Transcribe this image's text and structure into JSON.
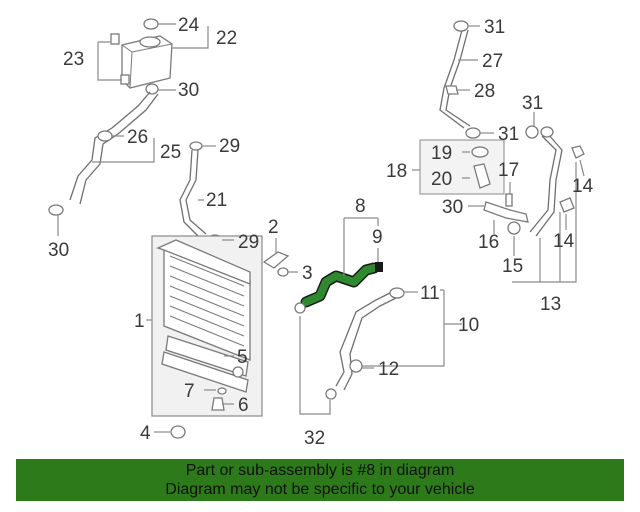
{
  "callouts": {
    "c1": "1",
    "c2": "2",
    "c3": "3",
    "c4": "4",
    "c5": "5",
    "c6": "6",
    "c7": "7",
    "c8": "8",
    "c9": "9",
    "c10": "10",
    "c11": "11",
    "c12": "12",
    "c13": "13",
    "c14a": "14",
    "c14b": "14",
    "c15": "15",
    "c16": "16",
    "c17": "17",
    "c18": "18",
    "c19": "19",
    "c20": "20",
    "c21": "21",
    "c22": "22",
    "c23": "23",
    "c24": "24",
    "c25": "25",
    "c26": "26",
    "c27": "27",
    "c28": "28",
    "c29a": "29",
    "c29b": "29",
    "c30a": "30",
    "c30b": "30",
    "c30c": "30",
    "c31a": "31",
    "c31b": "31",
    "c31c": "31",
    "c32": "32"
  },
  "banner": {
    "line1": "Part or sub-assembly is #8 in diagram",
    "line2": "Diagram may not be specific to your vehicle"
  },
  "colors": {
    "highlight": "#2f8a2f",
    "banner_bg": "#2c7a1a"
  }
}
